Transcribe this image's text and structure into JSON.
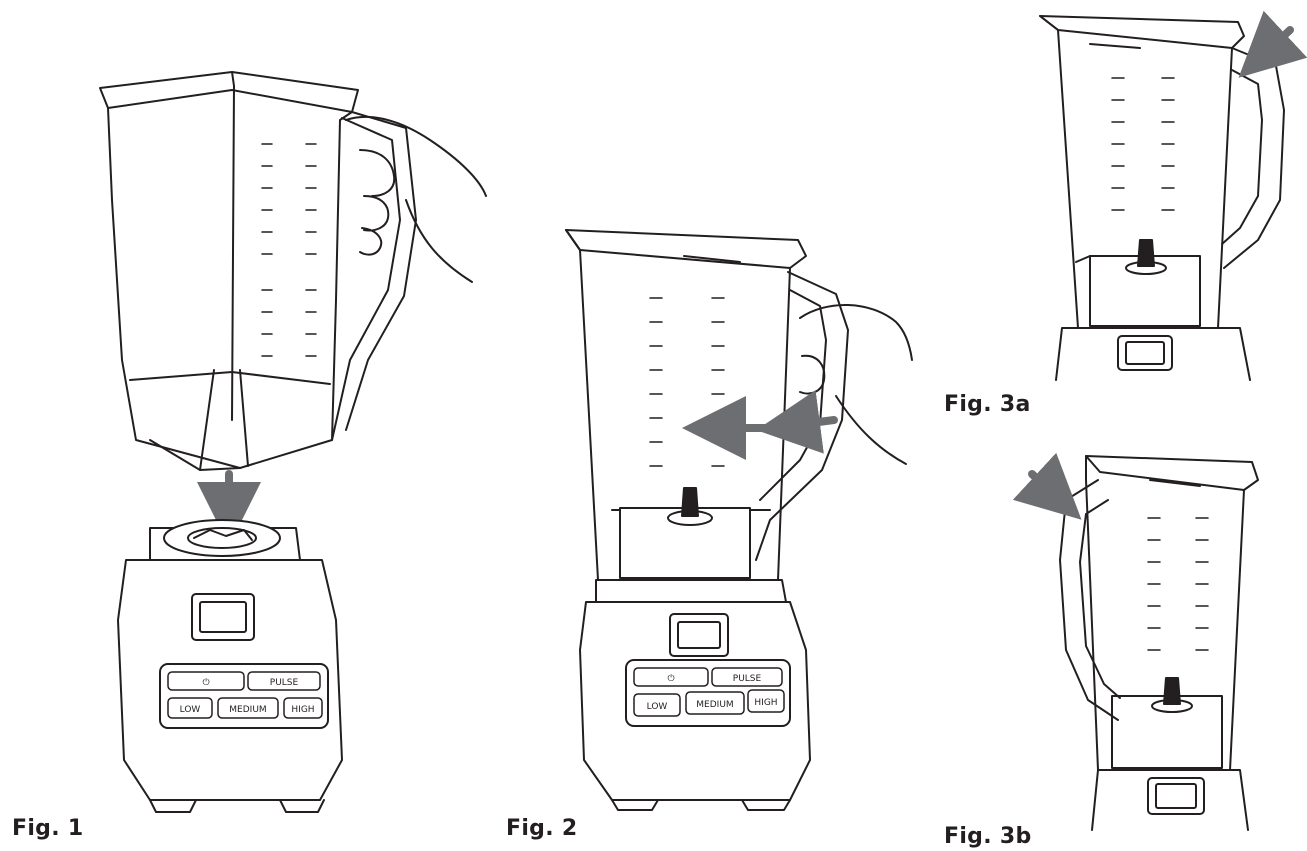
{
  "figures": {
    "fig1": {
      "label": "Fig. 1"
    },
    "fig2": {
      "label": "Fig. 2"
    },
    "fig3a": {
      "label": "Fig. 3a"
    },
    "fig3b": {
      "label": "Fig. 3b"
    }
  },
  "control_panel": {
    "power_symbol": "⏻",
    "pulse": "PULSE",
    "low": "LOW",
    "medium": "MEDIUM",
    "high": "HIGH"
  },
  "colors": {
    "line": "#231f20",
    "arrow": "#6d6e71"
  }
}
